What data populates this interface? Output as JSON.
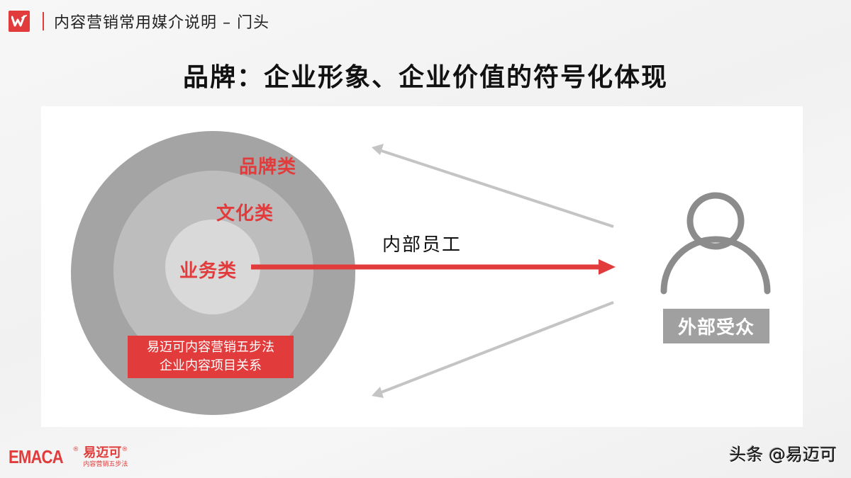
{
  "header": {
    "logo_icon": "wps-w-logo-icon",
    "title": "内容营销常用媒介说明 – 门头"
  },
  "slide": {
    "title": "品牌：企业形象、企业价值的符号化体现",
    "rings": {
      "outer_label": "品牌类",
      "middle_label": "文化类",
      "inner_label": "业务类"
    },
    "caption_box": {
      "line1": "易迈可内容营销五步法",
      "line2": "企业内容项目关系"
    },
    "arrow_label": "内部员工",
    "audience": {
      "icon": "person-icon",
      "label": "外部受众"
    },
    "colors": {
      "accent_red": "#e23b3b",
      "ring_outer": "#a4a4a4",
      "ring_middle": "#bdbdbd",
      "ring_inner": "#d9d9d9",
      "arrow_gray": "#c4c4c4",
      "person_gray": "#8c8c8c",
      "badge_gray": "#a0a0a0"
    }
  },
  "footer": {
    "brand_en": "EMACA",
    "brand_cn": "易迈可",
    "brand_sub": "内容营销五步法",
    "registered": "®",
    "watermark": "头条 @易迈可"
  }
}
